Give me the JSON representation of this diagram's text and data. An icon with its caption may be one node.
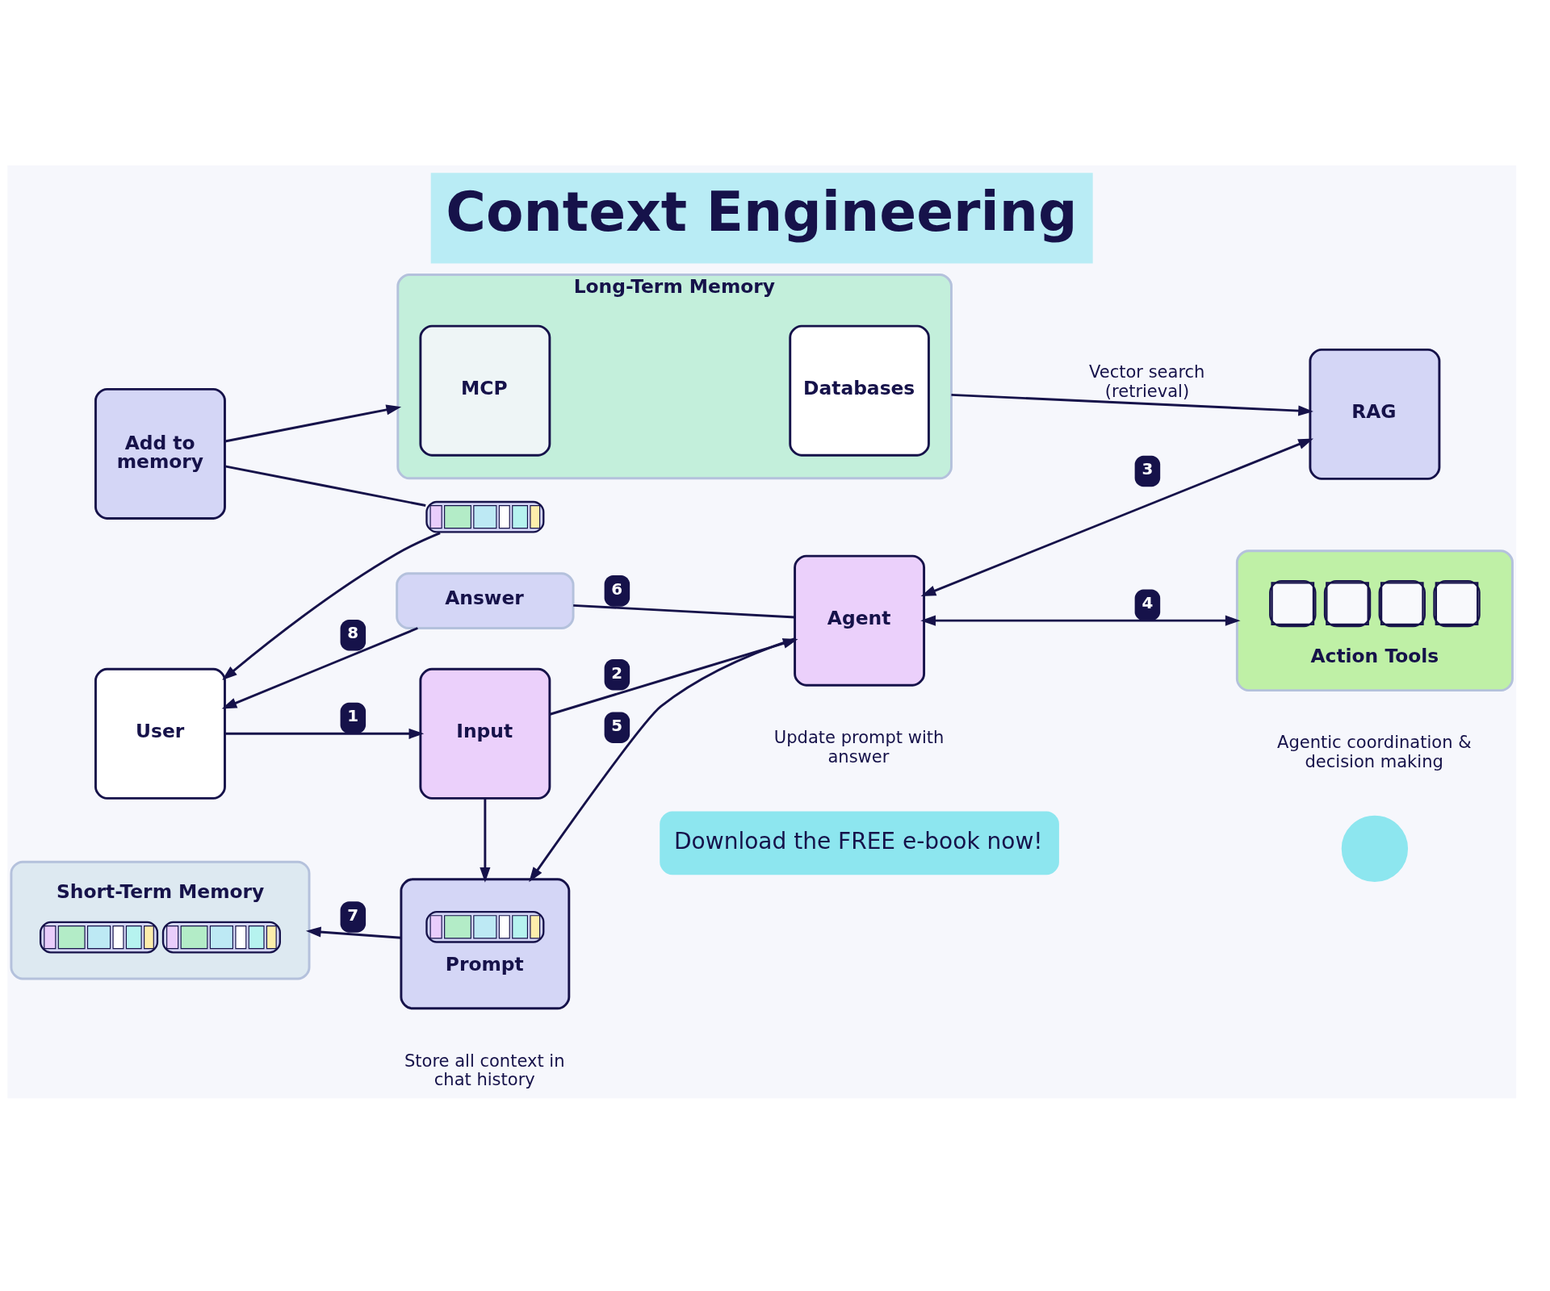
{
  "diagram": {
    "title": "Context Engineering",
    "nodes": [
      {
        "text": [
          "Add to memory"
        ]
      },
      {
        "text": [
          "Long-Term Memory"
        ]
      },
      {
        "text": [
          "MCP"
        ],
        "in": 1
      },
      {
        "text": [
          "Databases"
        ],
        "in": 1
      },
      {
        "text": [
          "RAG"
        ]
      },
      {
        "text": [],
        "shape": "bar"
      },
      {
        "text": [
          "Answer"
        ]
      },
      {
        "text": [
          "User"
        ]
      },
      {
        "text": [
          "Input"
        ]
      },
      {
        "text": [
          "Agent"
        ]
      },
      {
        "text": [
          "Short-Term Memory"
        ]
      },
      {
        "text": [
          "Prompt"
        ]
      },
      {
        "text": [
          "Action Tools"
        ]
      },
      {
        "text": [
          "Download the FREE e-book now!"
        ]
      },
      {
        "text": [],
        "shape": "circle"
      }
    ],
    "edges": [
      {
        "from": 0,
        "to": 1,
        "arrow": "to"
      },
      {
        "from": 1,
        "to": 4,
        "arrow": "to",
        "label": "Vector search (retrieval)"
      },
      {
        "from": 0,
        "to": 5,
        "arrow": "none"
      },
      {
        "from": 5,
        "to": 7,
        "arrow": "to"
      },
      {
        "from": 9,
        "to": 6,
        "arrow": "none",
        "label": "6"
      },
      {
        "from": 6,
        "to": 7,
        "arrow": "to",
        "label": "8"
      },
      {
        "from": 7,
        "to": 8,
        "arrow": "to",
        "label": "1"
      },
      {
        "from": 8,
        "to": 9,
        "arrow": "to",
        "label": "2"
      },
      {
        "from": 9,
        "to": 4,
        "arrow": "both",
        "label": "3"
      },
      {
        "from": 9,
        "to": 12,
        "arrow": "both",
        "label": "4"
      },
      {
        "from": 9,
        "to": 11,
        "arrow": "to",
        "label": "5"
      },
      {
        "from": 8,
        "to": 11,
        "arrow": "to"
      },
      {
        "from": 11,
        "to": 10,
        "arrow": "to",
        "label": "7"
      }
    ],
    "labels": [
      "Agentic coordination & decision making",
      "Update prompt with answer",
      "Store all context in chat history"
    ]
  }
}
